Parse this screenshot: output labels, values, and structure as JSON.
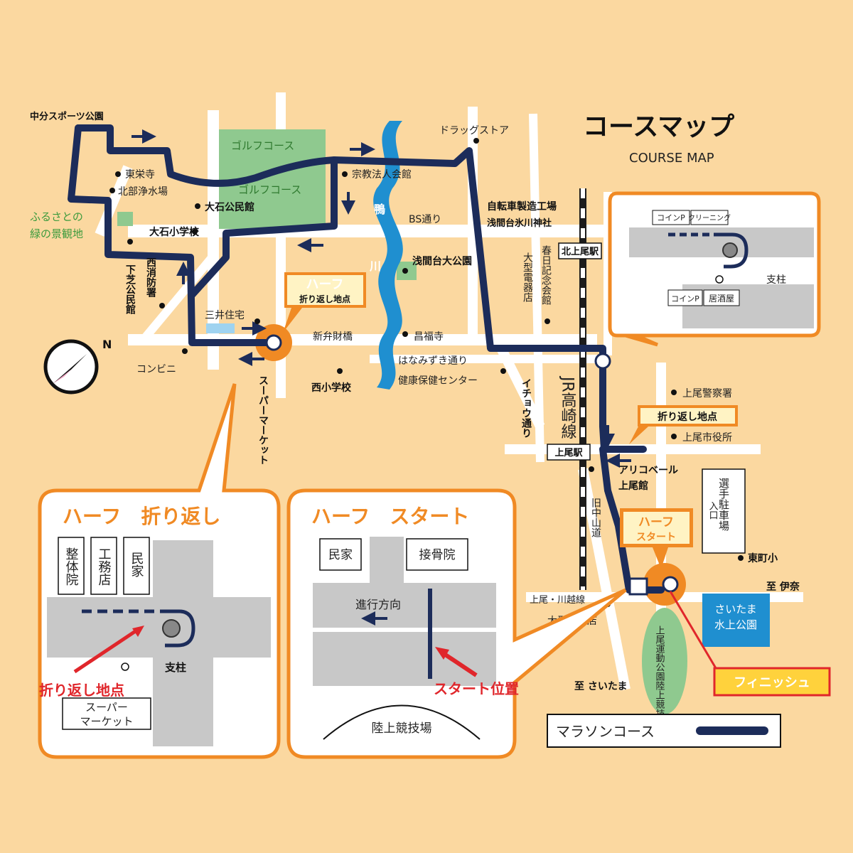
{
  "title": "コースマップ",
  "subtitle": "COURSE MAP",
  "north": "N",
  "colors": {
    "background": "#fbd8a0",
    "road": "#ffffff",
    "route": "#1c2c5a",
    "park": "#8fc98f",
    "river": "#1f8fd0",
    "callout": "#f08a24",
    "callout_fill": "#fff3c4",
    "red": "#e0262b"
  },
  "labels": {
    "nakabun_sports_park": "中分スポーツ公園",
    "toeiji": "東栄寺",
    "hokubu_josuijo": "北部浄水場",
    "furusato_1": "ふるさとの",
    "furusato_2": "緑の景観地",
    "oishi_kominkan": "大石公民館",
    "oishi_shogakko": "大石小学校",
    "golf_1": "ゴルフコース",
    "golf_2": "ゴルフコース",
    "shukyo_kaikan": "宗教法人会館",
    "drugstore": "ドラッグストア",
    "bs_dori": "BS通り",
    "kamo": "鴨",
    "kawa": "川",
    "sengendai_park": "浅間台大公園",
    "jitensha": "自転車製造工場",
    "sengendai_jinja": "浅間台氷川神社",
    "kitaageo_station": "北上尾駅",
    "kasuga": "春日記念会館",
    "ogata_denki_1": "大型電器店",
    "nishi_shobosho": "西消防署",
    "shimoshiba": "下芝公民館",
    "mitsui": "三井住宅",
    "shinbenzaiten": "新弁財橋",
    "shofukuji": "昌福寺",
    "hanamizuki": "はなみずき通り",
    "kenko_center": "健康保健センター",
    "nishi_shogakko": "西小学校",
    "konbini": "コンビニ",
    "super_market_v": "スーパーマーケット",
    "icho_dori": "イチョウ通り",
    "jr_line": "JR高崎線",
    "ageo_police": "上尾警察署",
    "ageo_cityhall": "上尾市役所",
    "ageo_station": "上尾駅",
    "arico_1": "アリコベール",
    "arico_2": "上尾館",
    "kyu_nakasendo": "旧中山道",
    "parking_lot": "選手駐車場",
    "iriguchi": "入口",
    "higashimachi": "東町小",
    "to_ina": "至 伊奈",
    "ageo_kawagoe": "上尾・川越線",
    "ogata_denki_2": "大型電器店",
    "mizukami_1": "さいたま",
    "mizukami_2": "水上公園",
    "stadium_park": "上尾運動公園陸上競技場",
    "to_saitama": "至 さいたま",
    "finish": "フィニッシュ",
    "half_turn_tag_1": "ハーフ",
    "half_turn_tag_2": "折り返し地点",
    "turn_point_tag": "折り返し地点",
    "half_start_tag_1": "ハーフ",
    "half_start_tag_2": "スタート"
  },
  "inset_top": {
    "coin_p_1": "コインP",
    "cleaning": "クリーニング",
    "pillar": "支柱",
    "coin_p_2": "コインP",
    "izakaya": "居酒屋"
  },
  "inset_turn": {
    "title": "ハーフ　折り返し",
    "seitai": "整体院",
    "komuten": "工務店",
    "minka": "民家",
    "pillar": "支柱",
    "turn_point": "折り返し地点",
    "super_1": "スーパー",
    "super_2": "マーケット"
  },
  "inset_start": {
    "title": "ハーフ　スタート",
    "minka": "民家",
    "sekkotsu": "接骨院",
    "direction": "進行方向",
    "start_pos": "スタート位置",
    "stadium": "陸上競技場"
  },
  "legend": {
    "label": "マラソンコース"
  }
}
